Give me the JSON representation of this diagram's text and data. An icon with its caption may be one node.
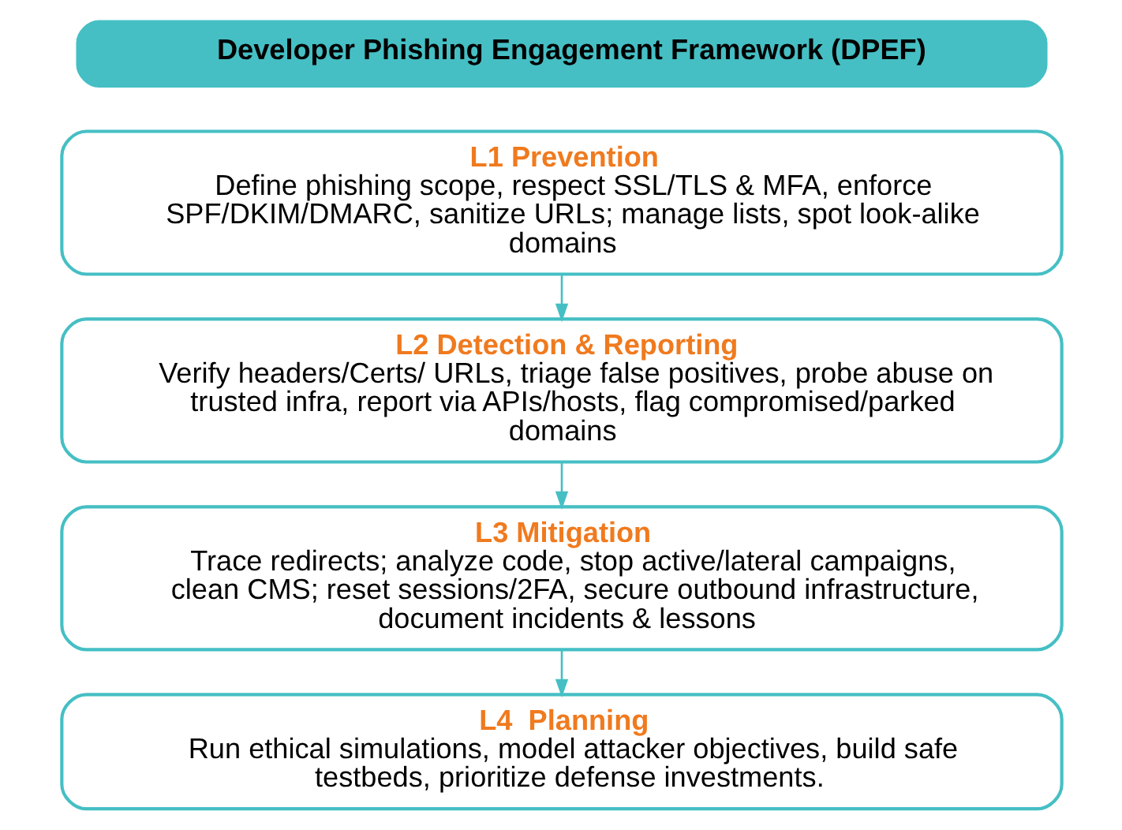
{
  "diagram": {
    "nodes": [
      {
        "text": [
          "Developer Phishing Engagement Framework (DPEF)"
        ]
      },
      {
        "text": [
          "L1 Prevention",
          "Define phishing scope, respect SSL/TLS & MFA, enforce SPF/DKIM/DMARC, sanitize URLs; manage lists, spot look-alike domains"
        ]
      },
      {
        "text": [
          "L2 Detection & Reporting",
          "Verify headers/Certs/ URLs, triage false positives, probe abuse on trusted infra, report via APIs/hosts, flag compromised/parked domains"
        ]
      },
      {
        "text": [
          "L3 Mitigation",
          "Trace redirects; analyze code, stop active/lateral campaigns, clean CMS; reset sessions/2FA, secure outbound infrastructure, document incidents & lessons"
        ]
      },
      {
        "text": [
          "L4  Planning",
          "Run ethical simulations, model attacker objectives, build safe testbeds, prioritize defense investments."
        ]
      }
    ],
    "edges": [
      {
        "from": 1,
        "to": 2,
        "arrow": "to"
      },
      {
        "from": 2,
        "to": 3,
        "arrow": "to"
      },
      {
        "from": 3,
        "to": 4,
        "arrow": "to"
      }
    ]
  }
}
